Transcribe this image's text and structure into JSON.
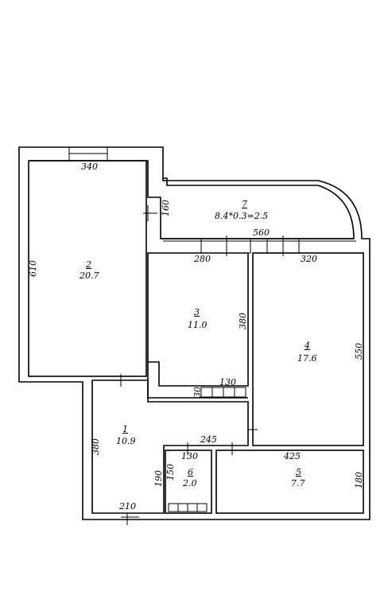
{
  "rooms": [
    {
      "id": "1",
      "area": "10.9"
    },
    {
      "id": "2",
      "area": "20.7"
    },
    {
      "id": "3",
      "area": "11.0"
    },
    {
      "id": "4",
      "area": "17.6"
    },
    {
      "id": "5",
      "area": "7.7"
    },
    {
      "id": "6",
      "area": "2.0"
    },
    {
      "id": "7",
      "area": "8.4*0.3=2.5"
    }
  ],
  "dimensions": {
    "room2_top": "340",
    "room2_side": "610",
    "balcony_side": "160",
    "balcony_width": "560",
    "room3_top": "280",
    "room4_top": "320",
    "room3_side": "380",
    "room4_side": "550",
    "closet_width": "130",
    "closet_depth": "30",
    "room1_side": "380",
    "hall_width": "245",
    "room6_top": "130",
    "room6_side_a": "150",
    "room6_side_b": "190",
    "room5_top": "425",
    "room5_side": "180",
    "room1_bottom": "210"
  }
}
